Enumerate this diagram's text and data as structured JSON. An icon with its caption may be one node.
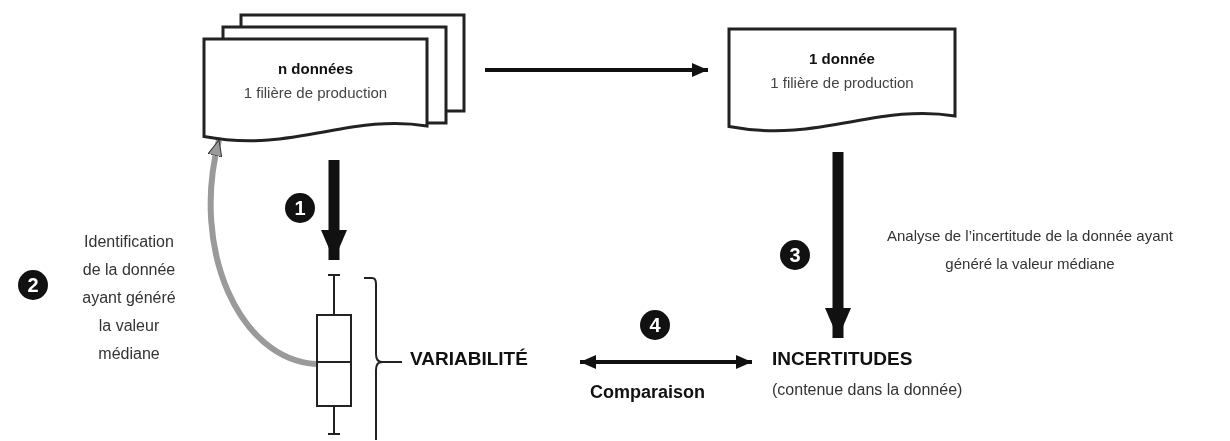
{
  "diagram": {
    "nodes": [
      {
        "text": [
          "n données",
          "1 filière de production"
        ]
      },
      {
        "text": [
          "1 donnée",
          "1 filière de production"
        ]
      },
      {
        "text": [],
        "shape": "picture"
      },
      {
        "text": [
          "VARIABILITÉ"
        ]
      },
      {
        "text": [
          "INCERTITUDES",
          "(contenue dans la donnée)"
        ]
      }
    ],
    "edges": [
      {
        "from": 0,
        "to": 1,
        "arrow": "to"
      },
      {
        "from": 0,
        "to": 2,
        "arrow": "to",
        "style": "thick"
      },
      {
        "from": 2,
        "to": 0,
        "arrow": "to",
        "color": "#9a9a9a"
      },
      {
        "from": 1,
        "to": 4,
        "arrow": "to",
        "style": "thick"
      },
      {
        "from": 3,
        "to": 4,
        "arrow": "both",
        "label": "Comparaison"
      }
    ],
    "labels": [
      "1",
      "Identification de la donnée ayant généré la valeur médiane",
      "2",
      "3",
      "Analyse de l’incertitude de la donnée ayant généré la valeur médiane",
      "4"
    ]
  }
}
